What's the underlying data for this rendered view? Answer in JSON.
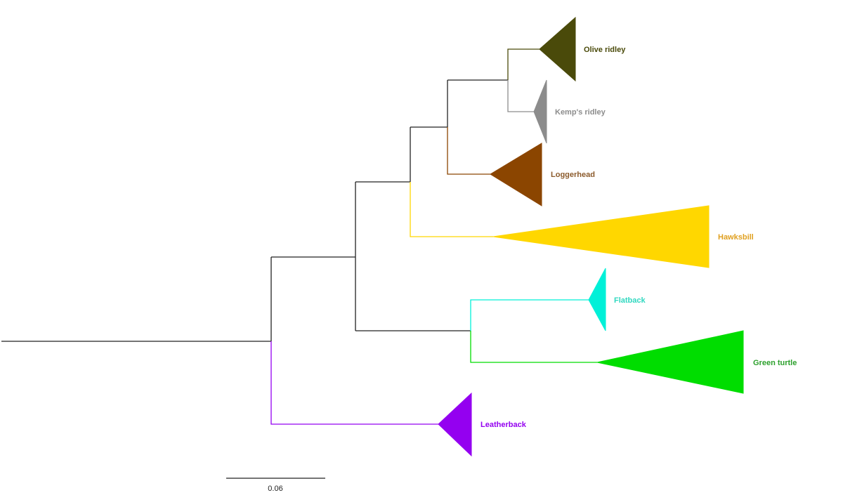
{
  "tree": {
    "clades": [
      {
        "id": "olive",
        "label": "Olive ridley",
        "color": "#4a4a0a",
        "text_color": "#4a4a0a"
      },
      {
        "id": "kemps",
        "label": "Kemp's ridley",
        "color": "#8c8c8c",
        "text_color": "#8c8c8c"
      },
      {
        "id": "loggerhead",
        "label": "Loggerhead",
        "color": "#8b4500",
        "text_color": "#8b5a2b"
      },
      {
        "id": "hawksbill",
        "label": "Hawksbill",
        "color": "#ffd700",
        "text_color": "#e0a020"
      },
      {
        "id": "flatback",
        "label": "Flatback",
        "color": "#00f0d8",
        "text_color": "#30d8c0"
      },
      {
        "id": "green",
        "label": "Green turtle",
        "color": "#00dd00",
        "text_color": "#2ca02c"
      },
      {
        "id": "leatherback",
        "label": "Leatherback",
        "color": "#9400f0",
        "text_color": "#9400f0"
      }
    ],
    "backbone_color": "#222222"
  },
  "scale_bar": {
    "label": "0.06"
  }
}
